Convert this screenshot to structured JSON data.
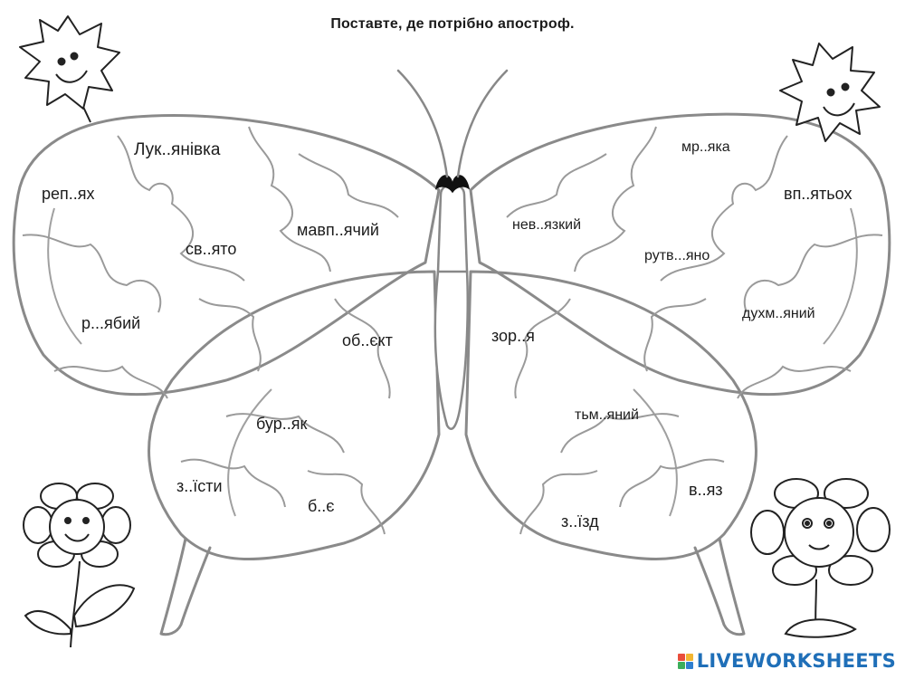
{
  "title": "Поставте,  де потрібно  апостроф.",
  "words": [
    {
      "id": "lukianivka",
      "text": "Лук..янівка",
      "answer": ""
    },
    {
      "id": "repiakh",
      "text": "реп..ях",
      "answer": ""
    },
    {
      "id": "sviato",
      "text": "св..ято",
      "answer": ""
    },
    {
      "id": "mavpiachyi",
      "text": "мавп..ячий",
      "answer": ""
    },
    {
      "id": "riabyi",
      "text": "р...ябий",
      "answer": ""
    },
    {
      "id": "obiekt",
      "text": "об..єкт",
      "answer": ""
    },
    {
      "id": "buriak",
      "text": "бур..як",
      "answer": ""
    },
    {
      "id": "ziisty",
      "text": "з..їсти",
      "answer": ""
    },
    {
      "id": "bie",
      "text": "б..є",
      "answer": ""
    },
    {
      "id": "miaka",
      "text": "мр..яка",
      "answer": ""
    },
    {
      "id": "vpiatokh",
      "text": "вп..ятьох",
      "answer": ""
    },
    {
      "id": "neviazkyi",
      "text": "нев..язкий",
      "answer": ""
    },
    {
      "id": "rutviano",
      "text": "рутв...яно",
      "answer": ""
    },
    {
      "id": "dukhmianyi",
      "text": "духм..яний",
      "answer": ""
    },
    {
      "id": "zoria",
      "text": "зор..я",
      "answer": ""
    },
    {
      "id": "tmianyi",
      "text": "тьм..яний",
      "answer": ""
    },
    {
      "id": "viaz",
      "text": "в..яз",
      "answer": ""
    },
    {
      "id": "zizd",
      "text": "з..їзд",
      "answer": ""
    }
  ],
  "logo": {
    "text": "LIVEWORKSHEETS",
    "colors": {
      "text": "#1f6fb8",
      "tile1": "#e94e3c",
      "tile2": "#f2b632",
      "tile3": "#3dae5b",
      "tile4": "#2f7fd0"
    }
  }
}
